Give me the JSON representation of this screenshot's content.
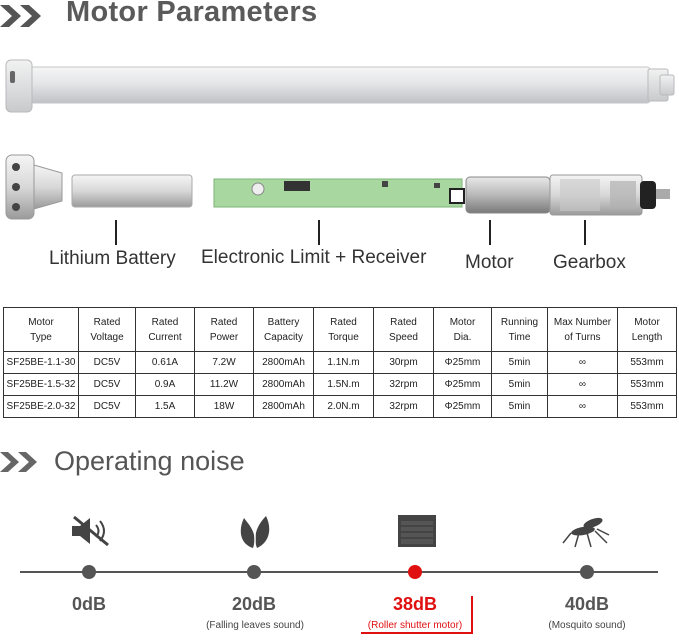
{
  "headers": {
    "parameters_title": "Motor Parameters",
    "noise_title": "Operating noise"
  },
  "diagram": {
    "labels": {
      "battery": "Lithium Battery",
      "limit_receiver": "Electronic Limit + Receiver",
      "motor": "Motor",
      "gearbox": "Gearbox"
    }
  },
  "specs_table": {
    "headers": [
      [
        "Motor",
        "Type"
      ],
      [
        "Rated",
        "Voltage"
      ],
      [
        "Rated",
        "Current"
      ],
      [
        "Rated",
        "Power"
      ],
      [
        "Battery",
        "Capacity"
      ],
      [
        "Rated",
        "Torque"
      ],
      [
        "Rated",
        "Speed"
      ],
      [
        "Motor",
        "Dia."
      ],
      [
        "Running",
        "Time"
      ],
      [
        "Max Number",
        "of Turns"
      ],
      [
        "Motor",
        "Length"
      ]
    ],
    "rows": [
      [
        "SF25BE-1.1-30",
        "DC5V",
        "0.61A",
        "7.2W",
        "2800mAh",
        "1.1N.m",
        "30rpm",
        "Φ25mm",
        "5min",
        "∞",
        "553mm"
      ],
      [
        "SF25BE-1.5-32",
        "DC5V",
        "0.9A",
        "11.2W",
        "2800mAh",
        "1.5N.m",
        "32rpm",
        "Φ25mm",
        "5min",
        "∞",
        "553mm"
      ],
      [
        "SF25BE-2.0-32",
        "DC5V",
        "1.5A",
        "18W",
        "2800mAh",
        "2.0N.m",
        "32rpm",
        "Φ25mm",
        "5min",
        "∞",
        "553mm"
      ]
    ]
  },
  "noise_scale": {
    "points": [
      {
        "value": "0dB",
        "desc": "",
        "icon": "mute-speaker-icon",
        "highlight": false
      },
      {
        "value": "20dB",
        "desc": "(Falling leaves sound)",
        "icon": "leaves-icon",
        "highlight": false
      },
      {
        "value": "38dB",
        "desc": "(Roller shutter motor)",
        "icon": "roller-shutter-icon",
        "highlight": true
      },
      {
        "value": "40dB",
        "desc": "(Mosquito sound)",
        "icon": "mosquito-icon",
        "highlight": false
      }
    ]
  },
  "colors": {
    "accent": "#e01010",
    "chevron": "#555555",
    "pcb": "#a8d8a0"
  }
}
